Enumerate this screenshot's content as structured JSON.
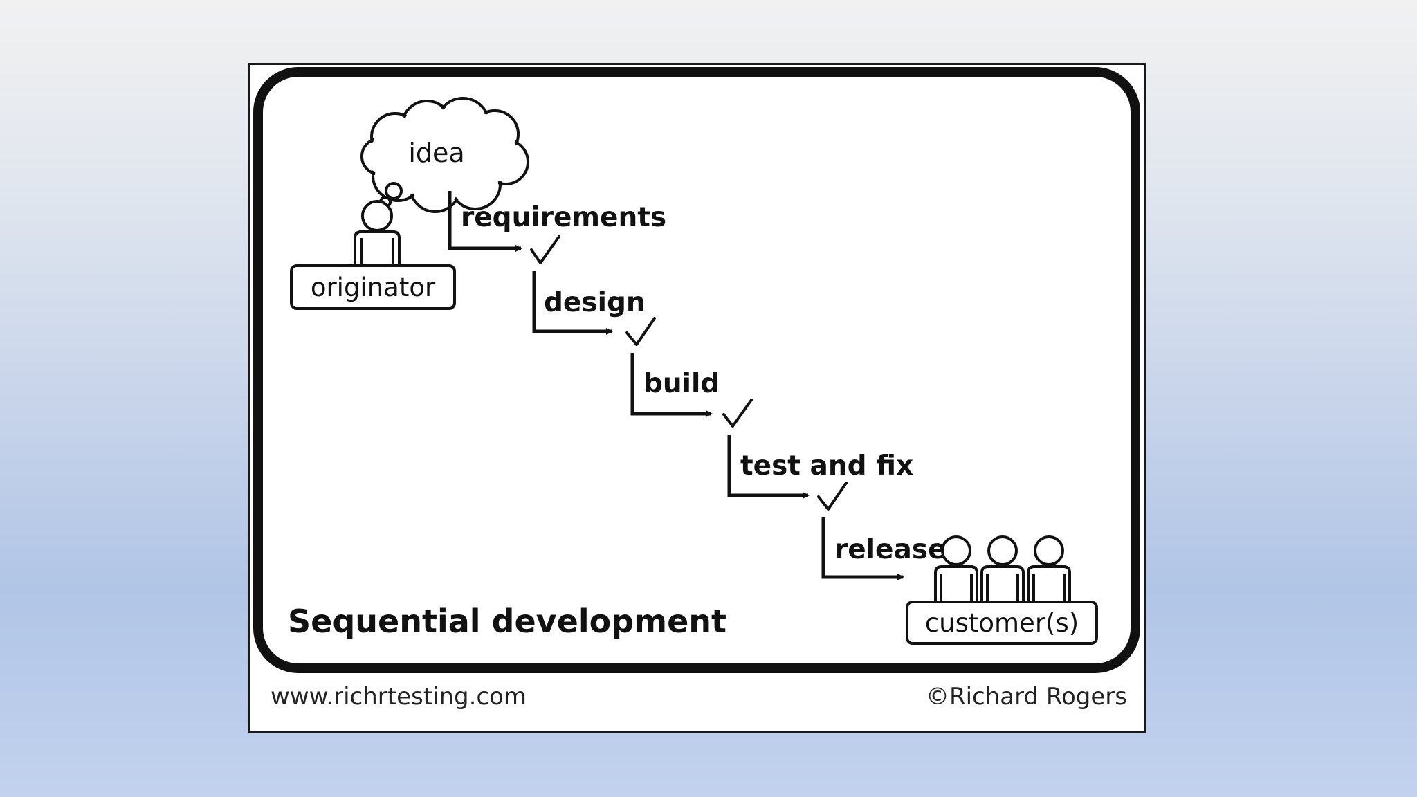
{
  "diagram": {
    "cloud_label": "idea",
    "originator_label": "originator",
    "customers_label": "customer(s)",
    "title": "Sequential development",
    "steps": [
      {
        "label": "requirements"
      },
      {
        "label": "design"
      },
      {
        "label": "build"
      },
      {
        "label": "test and fix"
      },
      {
        "label": "release"
      }
    ],
    "footer": {
      "website": "www.richrtesting.com",
      "copyright": "©Richard Rogers"
    }
  }
}
